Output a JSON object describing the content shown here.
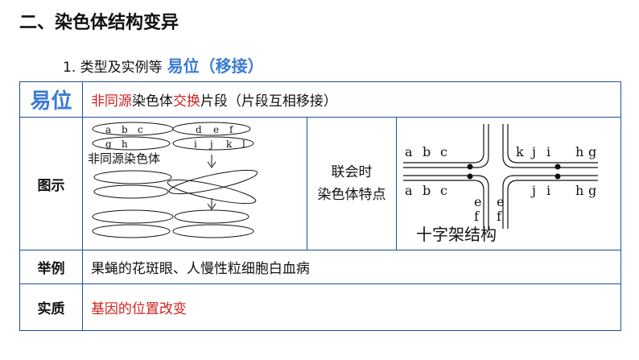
{
  "heading": "二、染色体结构变异",
  "subheading": {
    "prefix": "1. 类型及实例等",
    "highlight": "易位（移接）"
  },
  "table": {
    "row1": {
      "label": "易位",
      "def_red1": "非同源",
      "def_mid": "染色体",
      "def_red2": "交换",
      "def_rest": "片段（片段互相移接）"
    },
    "row2": {
      "label": "图示",
      "diagram_left_caption": "非同源染色体",
      "chrom_top": [
        "a",
        "b",
        "c",
        "d",
        "e",
        "f"
      ],
      "chrom_bottom": [
        "g",
        "h",
        "i",
        "j",
        "k",
        "l"
      ],
      "mid_line1": "联会时",
      "mid_line2": "染色体特点",
      "cross_caption": "十字架结构"
    },
    "row3": {
      "label": "举例",
      "text": "果蝇的花斑眼、人慢性粒细胞白血病"
    },
    "row4": {
      "label": "实质",
      "text": "基因的位置改变"
    }
  },
  "colors": {
    "accent": "#3a7bd5",
    "red": "#d42020",
    "border": "#1f4e9c"
  }
}
